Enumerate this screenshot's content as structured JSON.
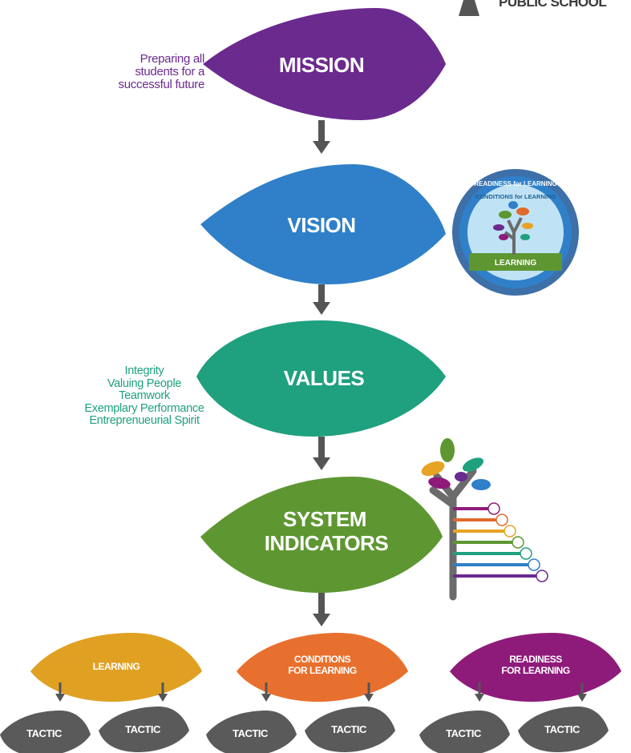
{
  "logo": {
    "text": "PUBLIC SCHOOL"
  },
  "mission": {
    "label": "MISSION",
    "side_text": [
      "Preparing all",
      "students for a",
      "successful future"
    ],
    "color": "#6b2a8e"
  },
  "vision": {
    "label": "VISION",
    "color": "#2f80c8",
    "badge": {
      "outer_text": "READINESS for LEARNING",
      "inner_text": "CONDITIONS for LEARNING",
      "band_text": "LEARNING"
    }
  },
  "values": {
    "label": "VALUES",
    "color": "#1fa07f",
    "side_text": [
      "Integrity",
      "Valuing People",
      "Teamwork",
      "Exemplary Performance",
      "Entreprenueurial Spirit"
    ]
  },
  "system_indicators": {
    "label_lines": [
      "SYSTEM",
      "INDICATORS"
    ],
    "color": "#5e9732"
  },
  "tree_bar_colors": [
    "#8e1b7a",
    "#e06a2b",
    "#e7a323",
    "#5e9732",
    "#1fa07f",
    "#2f80c8",
    "#6b2a8e"
  ],
  "branches": [
    {
      "label_lines": [
        "LEARNING"
      ],
      "color": "#e0a022",
      "tactics": [
        "TACTIC",
        "TACTIC"
      ]
    },
    {
      "label_lines": [
        "CONDITIONS",
        "FOR LEARNING"
      ],
      "color": "#e8702e",
      "tactics": [
        "TACTIC",
        "TACTIC"
      ]
    },
    {
      "label_lines": [
        "READINESS",
        "FOR LEARNING"
      ],
      "color": "#8e1b7a",
      "tactics": [
        "TACTIC",
        "TACTIC"
      ]
    }
  ],
  "colors": {
    "arrow": "#555555",
    "tactic": "#5a5a5a"
  }
}
